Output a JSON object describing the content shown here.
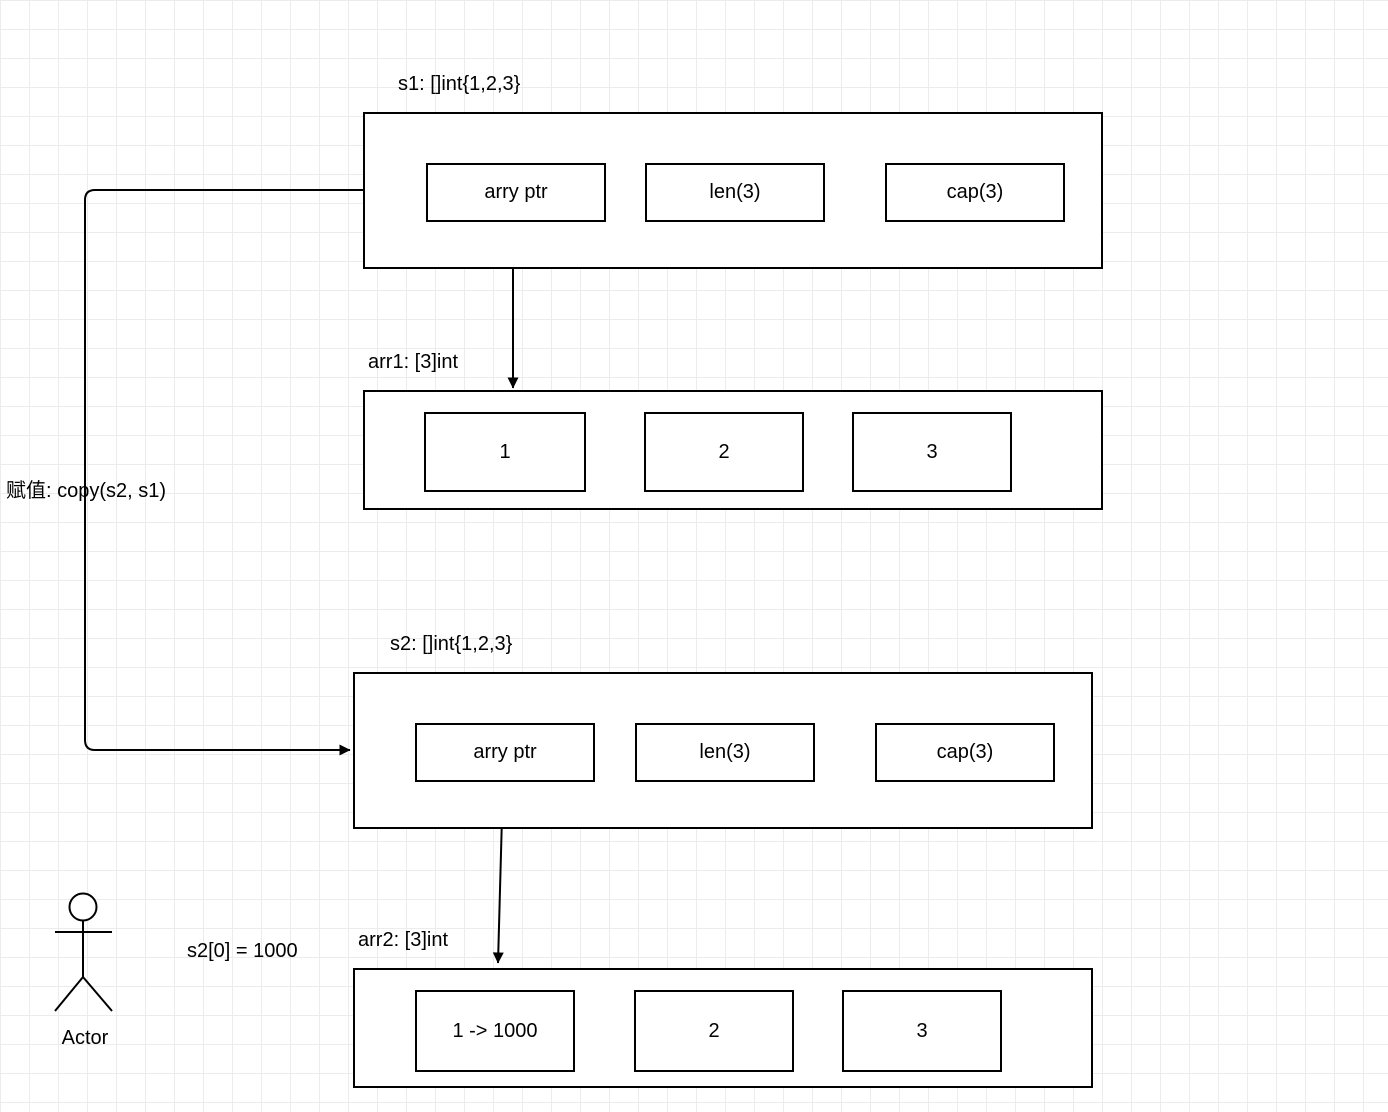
{
  "canvas": {
    "background": "#ffffff",
    "grid_color": "#ececec",
    "stroke_color": "#000000",
    "fill_color": "#ffffff",
    "text_color": "#000000"
  },
  "s1": {
    "title": "s1: []int{1,2,3}",
    "cells": [
      "arry ptr",
      "len(3)",
      "cap(3)"
    ]
  },
  "arr1": {
    "title": "arr1: [3]int",
    "cells": [
      "1",
      "2",
      "3"
    ]
  },
  "s2": {
    "title": "s2: []int{1,2,3}",
    "cells": [
      "arry ptr",
      "len(3)",
      "cap(3)"
    ]
  },
  "arr2": {
    "title": "arr2: [3]int",
    "cells": [
      "1 -> 1000",
      "2",
      "3"
    ]
  },
  "labels": {
    "copy": "赋值: copy(s2, s1)",
    "assignment": "s2[0] = 1000",
    "actor": "Actor"
  }
}
